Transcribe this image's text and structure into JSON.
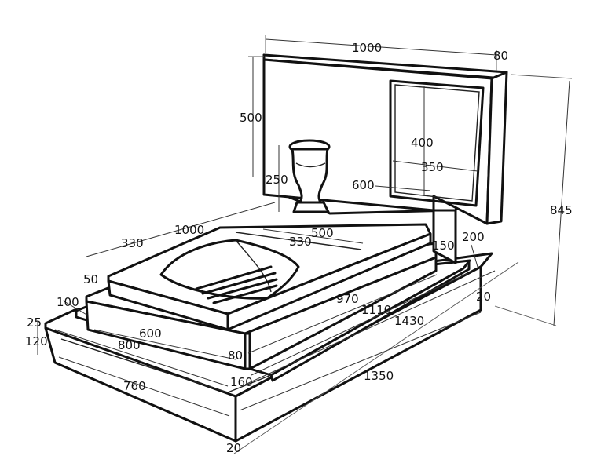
{
  "labels": {
    "back_width": "1000",
    "back_thickness": "80",
    "back_height": "500",
    "photo_height": "400",
    "photo_width": "350",
    "vase_height": "250",
    "stand_width": "600",
    "cover_length": "1000",
    "cover_part_a": "330",
    "cover_part_b": "330",
    "cover_part_c": "500",
    "stand_depth": "150",
    "stand_height": "200",
    "total_height": "845",
    "cover_height": "50",
    "box_height": "100",
    "box_length": "970",
    "middle_length": "1110",
    "base_length": "1430",
    "base_right_margin": "20",
    "base_top_height": "25",
    "base_height": "120",
    "box_width": "600",
    "middle_width": "800",
    "box_side_margin": "80",
    "step_margin": "160",
    "base_width": "760",
    "base_total_length": "1350",
    "base_front_margin": "20"
  },
  "colors": {
    "stroke": "#111111",
    "background": "#ffffff"
  }
}
